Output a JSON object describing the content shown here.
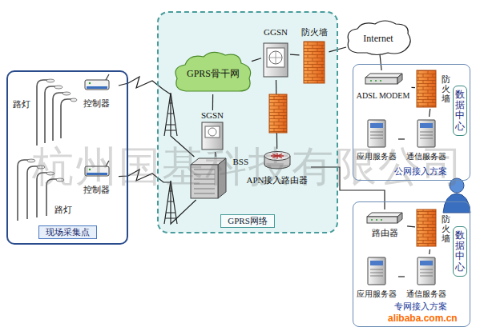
{
  "diagram": {
    "nodes": [
      {
        "text": [
          "现场采集点"
        ]
      },
      {
        "text": [
          "控制器"
        ],
        "in": 0
      },
      {
        "text": [
          "控制器"
        ],
        "in": 0
      },
      {
        "text": [
          "GPRS网络"
        ]
      },
      {
        "text": [
          "GPRS骨干网"
        ],
        "in": 3
      },
      {
        "text": [
          "GGSN"
        ],
        "in": 3
      },
      {
        "text": [
          "防火墙"
        ],
        "in": 3
      },
      {
        "text": [
          "SGSN"
        ],
        "in": 3
      },
      {
        "text": [
          "BSS"
        ],
        "in": 3
      },
      {
        "text": [
          "APN接入路由器"
        ],
        "in": 3
      },
      {
        "text": [
          "Internet"
        ]
      },
      {
        "text": [
          "数据中心",
          "公网接入方案"
        ]
      },
      {
        "text": [
          "ADSL MODEM"
        ],
        "in": 11
      },
      {
        "text": [
          "防火墙"
        ],
        "in": 11
      },
      {
        "text": [
          "应用服务器"
        ],
        "in": 11
      },
      {
        "text": [
          "通信服务器"
        ],
        "in": 11
      },
      {
        "text": [
          "数据中心",
          "专网接入方案"
        ]
      },
      {
        "text": [
          "路由器"
        ],
        "in": 16
      },
      {
        "text": [
          "防火墙"
        ],
        "in": 16
      },
      {
        "text": [
          "应用服务器"
        ],
        "in": 16
      },
      {
        "text": [
          "通信服务器"
        ],
        "in": 16
      }
    ],
    "edges": [
      {
        "from": 1,
        "to": 8,
        "arrow": "none"
      },
      {
        "from": 2,
        "to": 8,
        "arrow": "none"
      },
      {
        "from": 8,
        "to": 7,
        "arrow": "none"
      },
      {
        "from": 7,
        "to": 4,
        "arrow": "none"
      },
      {
        "from": 4,
        "to": 5,
        "arrow": "none"
      },
      {
        "from": 5,
        "to": 6,
        "arrow": "none"
      },
      {
        "from": 6,
        "to": 10,
        "arrow": "none"
      },
      {
        "from": 5,
        "to": 9,
        "arrow": "none"
      },
      {
        "from": 9,
        "to": 17,
        "arrow": "none"
      },
      {
        "from": 10,
        "to": 12,
        "arrow": "none"
      },
      {
        "from": 12,
        "to": 13,
        "arrow": "none"
      },
      {
        "from": 13,
        "to": 15,
        "arrow": "none"
      },
      {
        "from": 15,
        "to": 14,
        "arrow": "none"
      },
      {
        "from": 17,
        "to": 18,
        "arrow": "none"
      },
      {
        "from": 18,
        "to": 20,
        "arrow": "none"
      },
      {
        "from": 20,
        "to": 19,
        "arrow": "none"
      }
    ],
    "labels": [
      "路灯",
      "路灯",
      "杭州国基科技有限公司",
      "alibaba.com.cn"
    ]
  }
}
